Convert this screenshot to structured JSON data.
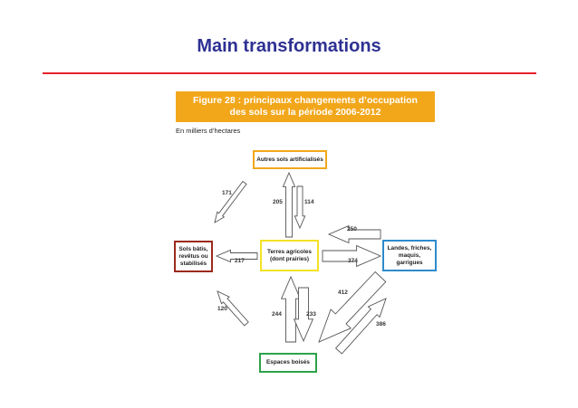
{
  "slide": {
    "title": "Main transformations"
  },
  "figure": {
    "title_line1": "Figure 28 : principaux changements d’occupation",
    "title_line2": "des sols sur la période 2006-2012",
    "units": "En milliers d’hectares"
  },
  "nodes": {
    "autres": {
      "line1": "Autres sols artificialisés"
    },
    "sols": {
      "line1": "Sols bâtis,",
      "line2": "revêtus ou",
      "line3": "stabilisés"
    },
    "terres": {
      "line1": "Terres agricoles",
      "line2": "(dont prairies)"
    },
    "landes": {
      "line1": "Landes, friches,",
      "line2": "maquis,",
      "line3": "garrigues"
    },
    "espaces": {
      "line1": "Espaces boisés"
    }
  },
  "flows": [
    {
      "from": "Autres sols artificialisés",
      "to": "Sols bâtis, revêtus ou stabilisés",
      "value": "171"
    },
    {
      "from": "Terres agricoles (dont prairies)",
      "to": "Autres sols artificialisés",
      "value": "205"
    },
    {
      "from": "Autres sols artificialisés",
      "to": "Terres agricoles (dont prairies)",
      "value": "114"
    },
    {
      "from": "Landes, friches, maquis, garrigues",
      "to": "Terres agricoles (dont prairies)",
      "value": "250"
    },
    {
      "from": "Terres agricoles (dont prairies)",
      "to": "Sols bâtis, revêtus ou stabilisés",
      "value": "217"
    },
    {
      "from": "Terres agricoles (dont prairies)",
      "to": "Landes, friches, maquis, garrigues",
      "value": "374"
    },
    {
      "from": "Landes, friches, maquis, garrigues",
      "to": "Espaces boisés",
      "value": "412"
    },
    {
      "from": "Espaces boisés",
      "to": "Sols bâtis, revêtus ou stabilisés",
      "value": "120"
    },
    {
      "from": "Espaces boisés",
      "to": "Terres agricoles (dont prairies)",
      "value": "244"
    },
    {
      "from": "Terres agricoles (dont prairies)",
      "to": "Espaces boisés",
      "value": "233"
    },
    {
      "from": "Espaces boisés",
      "to": "Landes, friches, maquis, garrigues",
      "value": "386"
    }
  ],
  "colors": {
    "title": "#2e3192",
    "divider": "#e8212b",
    "banner": "#f2a71b",
    "autres_border": "#f2a71b",
    "sols_border": "#9b2a1c",
    "terres_border": "#f3e224",
    "landes_border": "#2e8bcc",
    "espaces_border": "#2fa24a"
  }
}
